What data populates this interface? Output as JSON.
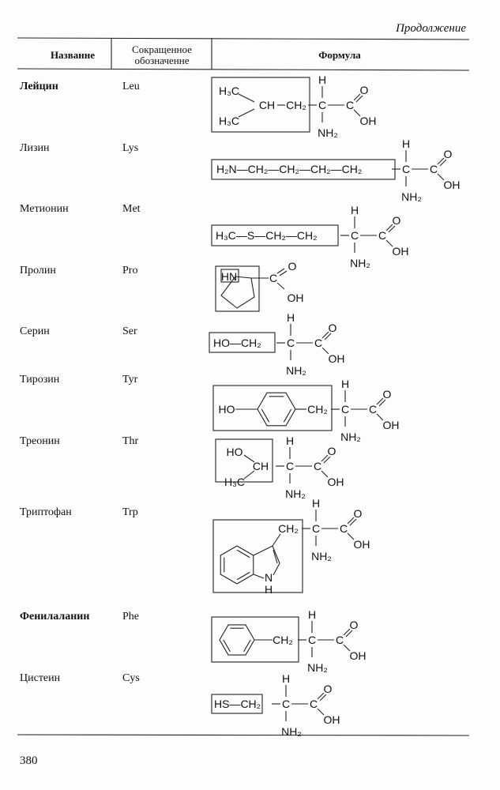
{
  "running_head": "Продолжение",
  "header": {
    "name": "Названне",
    "abbr_line1": "Сокращенное",
    "abbr_line2": "обозначенне",
    "formula": "Формула"
  },
  "rows": [
    {
      "name": "Лейцин",
      "abbr": "Leu",
      "labels": [
        "H",
        "C",
        "C",
        "O",
        "OH",
        "NH₂",
        "H₃C",
        "CH",
        "CH₂",
        "H₃C"
      ]
    },
    {
      "name": "Лизин",
      "abbr": "Lys",
      "labels": [
        "H",
        "C",
        "C",
        "O",
        "OH",
        "NH₂",
        "H₂N—CH₂—CH₂—CH₂—CH₂"
      ]
    },
    {
      "name": "Метионин",
      "abbr": "Met",
      "labels": [
        "H",
        "C",
        "C",
        "O",
        "OH",
        "NH₂",
        "H₃C—S—CH₂—CH₂"
      ]
    },
    {
      "name": "Пролин",
      "abbr": "Pro",
      "labels": [
        "C",
        "O",
        "OH",
        "HN"
      ]
    },
    {
      "name": "Серин",
      "abbr": "Ser",
      "labels": [
        "H",
        "C",
        "C",
        "O",
        "OH",
        "NH₂",
        "HO—CH₂"
      ]
    },
    {
      "name": "Тирозин",
      "abbr": "Tyr",
      "labels": [
        "H",
        "C",
        "C",
        "O",
        "OH",
        "NH₂",
        "HO",
        "CH₂"
      ]
    },
    {
      "name": "Треонин",
      "abbr": "Thr",
      "labels": [
        "H",
        "C",
        "C",
        "O",
        "OH",
        "NH₂",
        "HO",
        "H₃C",
        "CH"
      ]
    },
    {
      "name": "Триптофан",
      "abbr": "Trp",
      "labels": [
        "H",
        "C",
        "C",
        "O",
        "OH",
        "NH₂",
        "CH₂",
        "N",
        "H"
      ]
    },
    {
      "name": "Фенилаланин",
      "abbr": "Phe",
      "labels": [
        "H",
        "C",
        "C",
        "O",
        "OH",
        "NH₂",
        "CH₂"
      ]
    },
    {
      "name": "Цистеин",
      "abbr": "Cys",
      "labels": [
        "H",
        "C",
        "C",
        "O",
        "OH",
        "NH₂",
        "HS—CH₂"
      ]
    }
  ],
  "page_number": "380"
}
